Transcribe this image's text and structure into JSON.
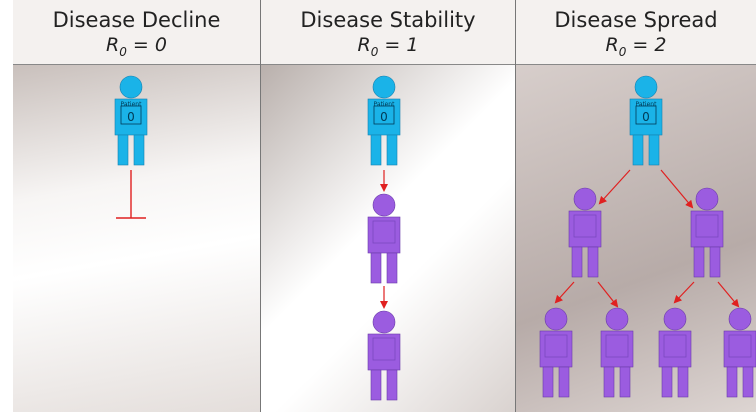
{
  "panels": [
    {
      "title": "Disease Decline",
      "r0_symbol": "R",
      "r0_sub": "0",
      "r0_value": " = 0"
    },
    {
      "title": "Disease Stability",
      "r0_symbol": "R",
      "r0_sub": "0",
      "r0_value": " = 1"
    },
    {
      "title": "Disease Spread",
      "r0_symbol": "R",
      "r0_sub": "0",
      "r0_value": " = 2"
    }
  ],
  "patient": {
    "label": "Patient",
    "number": "0"
  },
  "colors": {
    "patient_zero": "#1ab3e8",
    "infected": "#9b5ce0",
    "arrow": "#e02020",
    "block": "#e02020"
  }
}
